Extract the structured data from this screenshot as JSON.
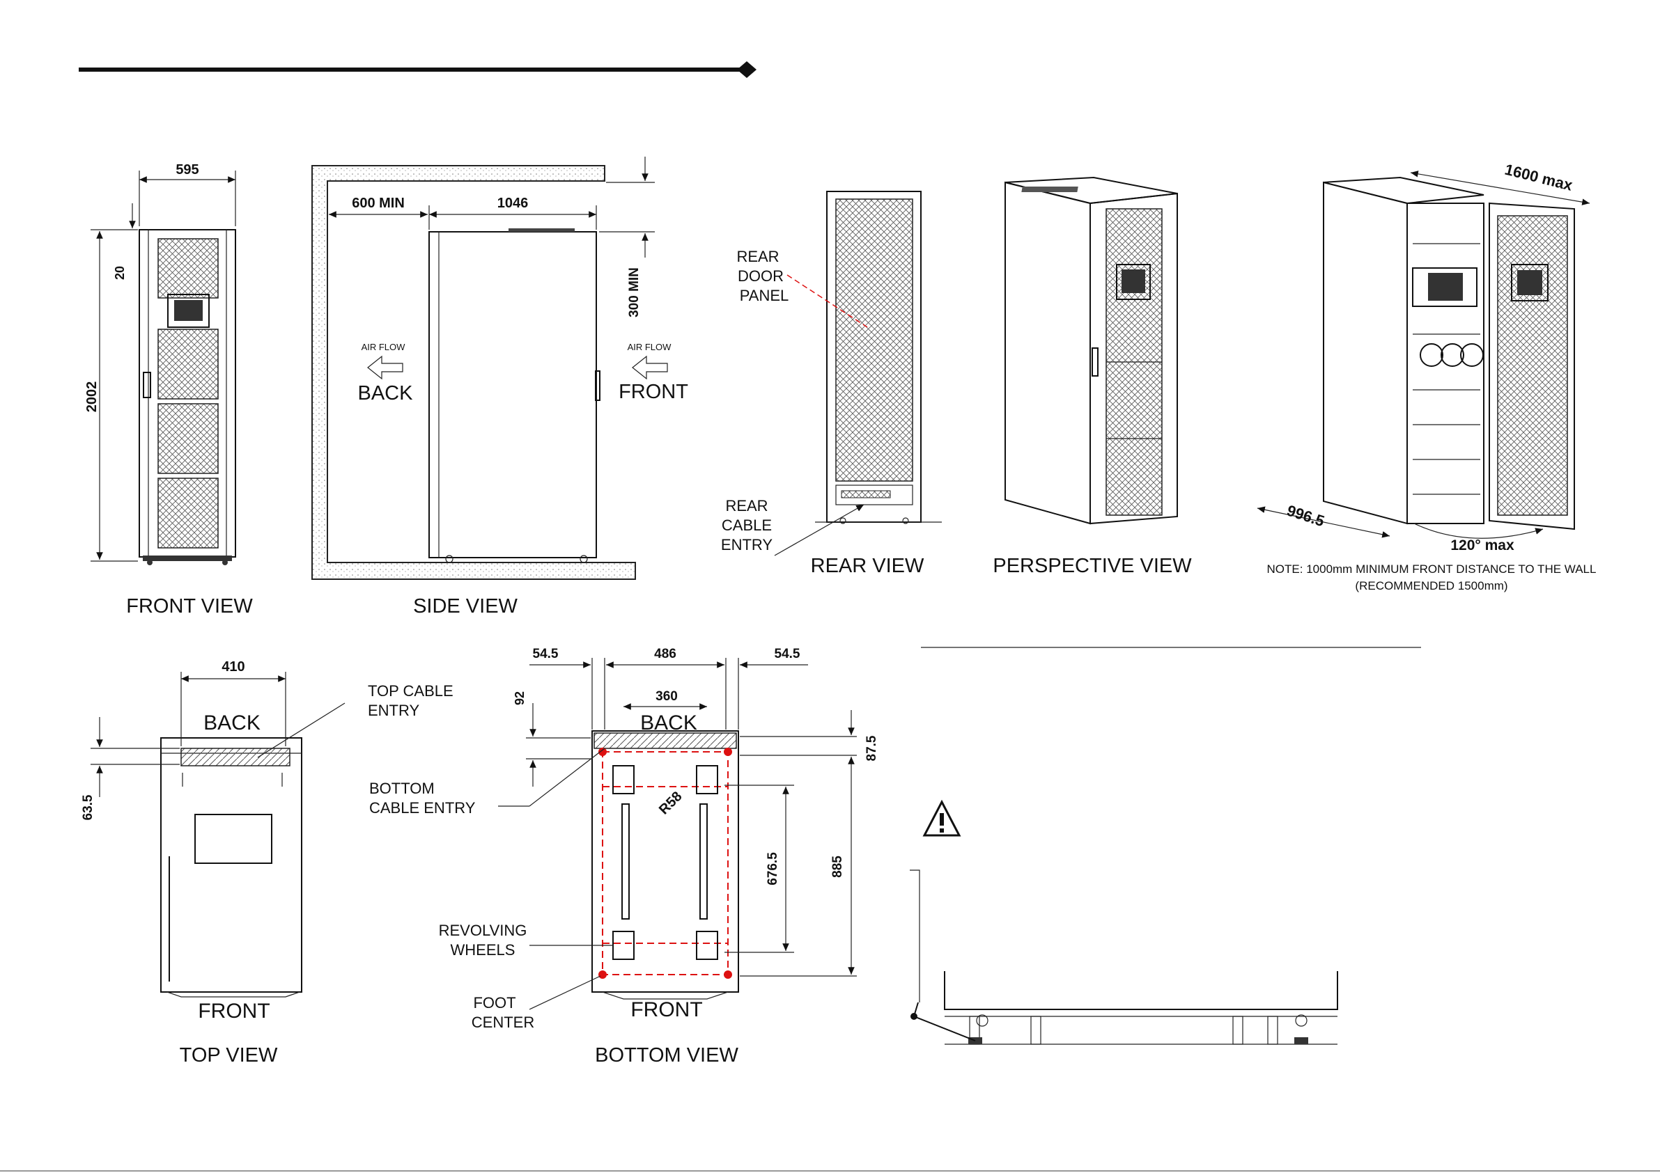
{
  "views": {
    "front": "FRONT VIEW",
    "side": "SIDE VIEW",
    "rear": "REAR VIEW",
    "perspective": "PERSPECTIVE VIEW",
    "top": "TOP VIEW",
    "bottom": "BOTTOM VIEW"
  },
  "front_view": {
    "width": "595",
    "height": "2002",
    "top_offset": "20"
  },
  "side_view": {
    "min_back": "600 MIN",
    "depth": "1046",
    "min_top": "300 MIN",
    "airflow_left": "AIR FLOW",
    "airflow_right": "AIR FLOW",
    "back": "BACK",
    "front": "FRONT"
  },
  "rear_view": {
    "door_panel": [
      "REAR",
      "DOOR",
      "PANEL"
    ],
    "cable_entry": [
      "REAR",
      "CABLE",
      "ENTRY"
    ]
  },
  "open_view": {
    "door_sweep": "1600 max",
    "depth": "996.5",
    "angle": "120° max",
    "note": "NOTE: 1000mm MINIMUM FRONT DISTANCE TO THE WALL",
    "note2": "(RECOMMENDED 1500mm)"
  },
  "top_view": {
    "width": "410",
    "depth": "63.5",
    "back": "BACK",
    "front": "FRONT",
    "cable_entry": [
      "TOP CABLE",
      "ENTRY"
    ]
  },
  "bottom_view": {
    "left_margin": "54.5",
    "width": "486",
    "right_margin": "54.5",
    "inner_width": "360",
    "top_offset": "92",
    "right_offset": "87.5",
    "radius": "R58",
    "wheel_span": "676.5",
    "foot_span": "885",
    "back": "BACK",
    "front": "FRONT",
    "cable_entry": [
      "BOTTOM",
      "CABLE ENTRY"
    ],
    "wheels": [
      "REVOLVING",
      "WHEELS"
    ],
    "foot": [
      "FOOT",
      "CENTER"
    ]
  }
}
